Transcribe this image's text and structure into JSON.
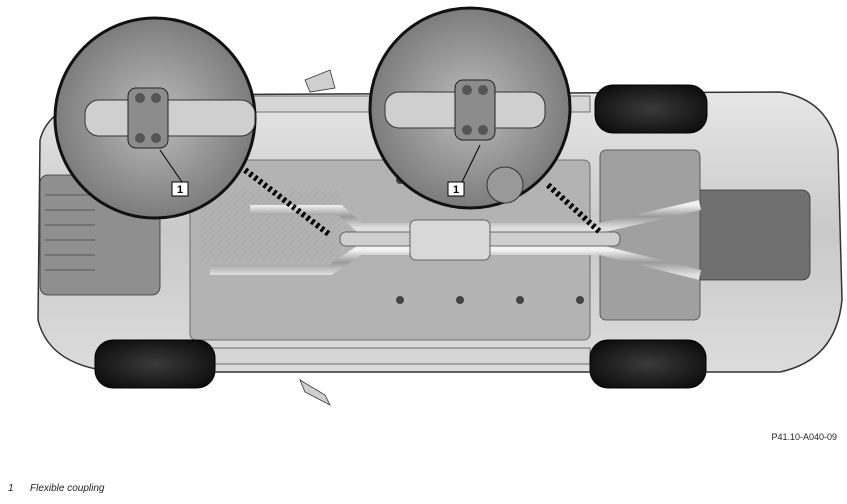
{
  "figure": {
    "reference_code": "P41.10-A040-09",
    "callouts": [
      {
        "number": "1"
      },
      {
        "number": "1"
      }
    ]
  },
  "legend": {
    "items": [
      {
        "number": "1",
        "label": "Flexible coupling"
      }
    ]
  }
}
